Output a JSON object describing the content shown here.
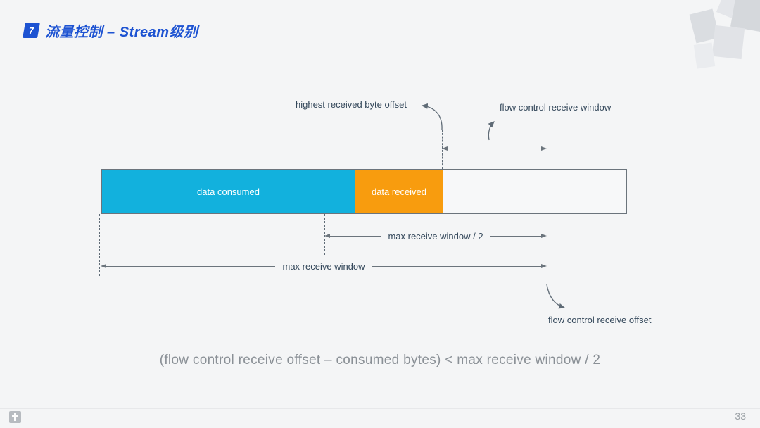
{
  "header": {
    "badge_number": "7",
    "title": "流量控制 – Stream级别"
  },
  "diagram": {
    "label_highest_received": "highest received byte offset",
    "label_receive_window": "flow control receive window",
    "label_max_window_half": "max receive window / 2",
    "label_max_window": "max receive window",
    "label_receive_offset": "flow control receive offset",
    "bar_segments": [
      {
        "label": "data consumed",
        "color": "#12b1dd"
      },
      {
        "label": "data received",
        "color": "#f89c0e"
      },
      {
        "label": "",
        "color": "#f7f8f9"
      }
    ]
  },
  "formula": "(flow control receive offset – consumed bytes) < max receive window / 2",
  "footer": {
    "page_number": "33"
  },
  "colors": {
    "accent_blue": "#1d53d2",
    "cyan": "#12b1dd",
    "orange": "#f89c0e",
    "line": "#6b747c",
    "label_text": "#33475a",
    "formula_text": "#8a9096",
    "background": "#f4f5f6"
  }
}
